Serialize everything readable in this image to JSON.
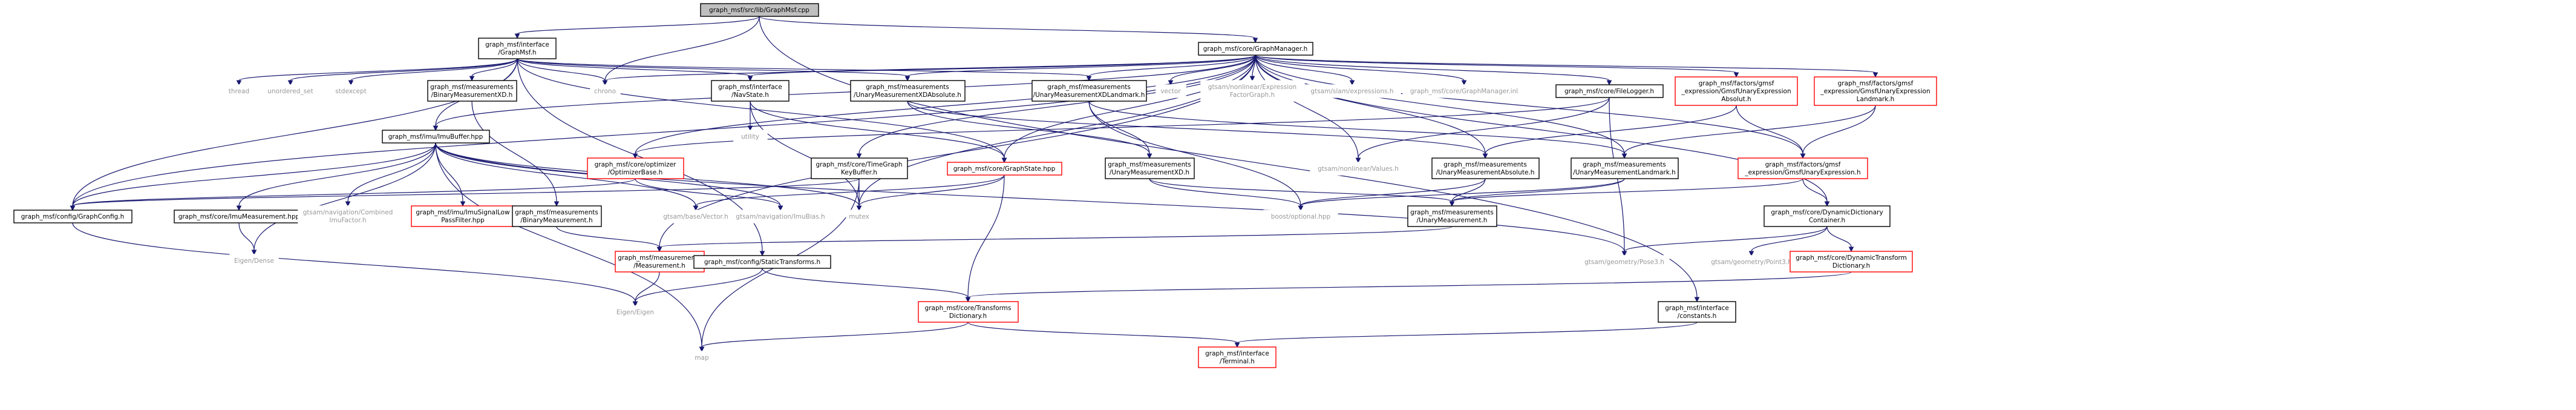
{
  "colors": {
    "edge": "#191970",
    "root_fill": "#bfbfbf",
    "box_stroke": "#000000",
    "truncated_stroke": "#ff0000",
    "system_text": "#999999",
    "truncated_text": "#ff0000",
    "text": "#000000"
  },
  "nodes": [
    {
      "id": "root",
      "lines": [
        "graph_msf/src/lib/GraphMsf.cpp"
      ],
      "kind": "root"
    },
    {
      "id": "graphmsf_h",
      "lines": [
        "graph_msf/interface",
        "/GraphMsf.h"
      ],
      "kind": "normal"
    },
    {
      "id": "graphmanager_h",
      "lines": [
        "graph_msf/core/GraphManager.h"
      ],
      "kind": "normal"
    },
    {
      "id": "thread",
      "lines": [
        "thread"
      ],
      "kind": "system"
    },
    {
      "id": "unordered_set",
      "lines": [
        "unordered_set"
      ],
      "kind": "system"
    },
    {
      "id": "stdexcept",
      "lines": [
        "stdexcept"
      ],
      "kind": "system"
    },
    {
      "id": "binmeasxd_h",
      "lines": [
        "graph_msf/measurements",
        "/BinaryMeasurementXD.h"
      ],
      "kind": "normal"
    },
    {
      "id": "chrono",
      "lines": [
        "chrono"
      ],
      "kind": "system"
    },
    {
      "id": "navstate_h",
      "lines": [
        "graph_msf/interface",
        "/NavState.h"
      ],
      "kind": "normal"
    },
    {
      "id": "unarymeasxdabs_h",
      "lines": [
        "graph_msf/measurements",
        "/UnaryMeasurementXDAbsolute.h"
      ],
      "kind": "normal"
    },
    {
      "id": "unarymeasxdlm_h",
      "lines": [
        "graph_msf/measurements",
        "/UnaryMeasurementXDLandmark.h"
      ],
      "kind": "normal"
    },
    {
      "id": "vector",
      "lines": [
        "vector"
      ],
      "kind": "system"
    },
    {
      "id": "expressionfg_h",
      "lines": [
        "gtsam/nonlinear/Expression",
        "FactorGraph.h"
      ],
      "kind": "system"
    },
    {
      "id": "expressions_h",
      "lines": [
        "gtsam/slam/expressions.h"
      ],
      "kind": "system"
    },
    {
      "id": "graphmanager_inl",
      "lines": [
        "graph_msf/core/GraphManager.inl"
      ],
      "kind": "system"
    },
    {
      "id": "filelogger_h",
      "lines": [
        "graph_msf/core/FileLogger.h"
      ],
      "kind": "normal"
    },
    {
      "id": "gmsfunaryabs_h",
      "lines": [
        "graph_msf/factors/gmsf",
        "_expression/GmsfUnaryExpression",
        "Absolut.h"
      ],
      "kind": "truncated"
    },
    {
      "id": "gmsfunarylm_h",
      "lines": [
        "graph_msf/factors/gmsf",
        "_expression/GmsfUnaryExpression",
        "Landmark.h"
      ],
      "kind": "truncated"
    },
    {
      "id": "imubuffer_hpp",
      "lines": [
        "graph_msf/imu/ImuBuffer.hpp"
      ],
      "kind": "normal"
    },
    {
      "id": "utility",
      "lines": [
        "utility"
      ],
      "kind": "system"
    },
    {
      "id": "optimizerbase_h",
      "lines": [
        "graph_msf/core/optimizer",
        "/OptimizerBase.h"
      ],
      "kind": "truncated"
    },
    {
      "id": "timegraphkeybuffer_h",
      "lines": [
        "graph_msf/core/TimeGraph",
        "KeyBuffer.h"
      ],
      "kind": "normal"
    },
    {
      "id": "graphstate_hpp",
      "lines": [
        "graph_msf/core/GraphState.hpp"
      ],
      "kind": "truncated"
    },
    {
      "id": "unarymeasxd_h",
      "lines": [
        "graph_msf/measurements",
        "/UnaryMeasurementXD.h"
      ],
      "kind": "normal"
    },
    {
      "id": "values_h",
      "lines": [
        "gtsam/nonlinear/Values.h"
      ],
      "kind": "system"
    },
    {
      "id": "unarymeasabs_h",
      "lines": [
        "graph_msf/measurements",
        "/UnaryMeasurementAbsolute.h"
      ],
      "kind": "normal"
    },
    {
      "id": "unarymeaslm_h",
      "lines": [
        "graph_msf/measurements",
        "/UnaryMeasurementLandmark.h"
      ],
      "kind": "normal"
    },
    {
      "id": "gmsfunaryexpr_h",
      "lines": [
        "graph_msf/factors/gmsf",
        "_expression/GmsfUnaryExpression.h"
      ],
      "kind": "truncated"
    },
    {
      "id": "graphconfig_h",
      "lines": [
        "graph_msf/config/GraphConfig.h"
      ],
      "kind": "normal"
    },
    {
      "id": "imumeas_hpp",
      "lines": [
        "graph_msf/core/ImuMeasurement.hpp"
      ],
      "kind": "normal"
    },
    {
      "id": "combinedimufactor_h",
      "lines": [
        "gtsam/navigation/Combined",
        "ImuFactor.h"
      ],
      "kind": "system"
    },
    {
      "id": "imusignallowpass_hpp",
      "lines": [
        "graph_msf/imu/ImuSignalLow",
        "PassFilter.hpp"
      ],
      "kind": "truncated"
    },
    {
      "id": "binmeas_h",
      "lines": [
        "graph_msf/measurements",
        "/BinaryMeasurement.h"
      ],
      "kind": "normal"
    },
    {
      "id": "vector_h",
      "lines": [
        "gtsam/base/Vector.h"
      ],
      "kind": "system"
    },
    {
      "id": "imubias_h",
      "lines": [
        "gtsam/navigation/ImuBias.h"
      ],
      "kind": "system"
    },
    {
      "id": "mutex",
      "lines": [
        "mutex"
      ],
      "kind": "system"
    },
    {
      "id": "optional_hpp",
      "lines": [
        "boost/optional.hpp"
      ],
      "kind": "system"
    },
    {
      "id": "unarymeas_h",
      "lines": [
        "graph_msf/measurements",
        "/UnaryMeasurement.h"
      ],
      "kind": "normal"
    },
    {
      "id": "dyndictcontainer_h",
      "lines": [
        "graph_msf/core/DynamicDictionary",
        "Container.h"
      ],
      "kind": "normal"
    },
    {
      "id": "eigen_dense",
      "lines": [
        "Eigen/Dense"
      ],
      "kind": "system"
    },
    {
      "id": "measurement_h",
      "lines": [
        "graph_msf/measurements",
        "/Measurement.h"
      ],
      "kind": "truncated"
    },
    {
      "id": "statictransforms_h",
      "lines": [
        "graph_msf/config/StaticTransforms.h"
      ],
      "kind": "normal"
    },
    {
      "id": "pose3_h",
      "lines": [
        "gtsam/geometry/Pose3.h"
      ],
      "kind": "system"
    },
    {
      "id": "point3_h",
      "lines": [
        "gtsam/geometry/Point3.h"
      ],
      "kind": "system"
    },
    {
      "id": "dyntransformdict_h",
      "lines": [
        "graph_msf/core/DynamicTransform",
        "Dictionary.h"
      ],
      "kind": "truncated"
    },
    {
      "id": "eigen_eigen",
      "lines": [
        "Eigen/Eigen"
      ],
      "kind": "system"
    },
    {
      "id": "transformsdict_h",
      "lines": [
        "graph_msf/core/Transforms",
        "Dictionary.h"
      ],
      "kind": "truncated"
    },
    {
      "id": "constants_h",
      "lines": [
        "graph_msf/interface",
        "/constants.h"
      ],
      "kind": "normal"
    },
    {
      "id": "map",
      "lines": [
        "map"
      ],
      "kind": "system"
    },
    {
      "id": "terminal_h",
      "lines": [
        "graph_msf/interface",
        "/Terminal.h"
      ],
      "kind": "truncated"
    }
  ],
  "edges": [
    [
      "root",
      "graphmsf_h"
    ],
    [
      "root",
      "graphmanager_h"
    ],
    [
      "root",
      "chrono"
    ],
    [
      "root",
      "constants_h"
    ],
    [
      "graphmsf_h",
      "thread"
    ],
    [
      "graphmsf_h",
      "unordered_set"
    ],
    [
      "graphmsf_h",
      "stdexcept"
    ],
    [
      "graphmsf_h",
      "binmeasxd_h"
    ],
    [
      "graphmsf_h",
      "chrono"
    ],
    [
      "graphmsf_h",
      "navstate_h"
    ],
    [
      "graphmsf_h",
      "unarymeasxdabs_h"
    ],
    [
      "graphmsf_h",
      "unarymeasxdlm_h"
    ],
    [
      "graphmsf_h",
      "imubuffer_hpp"
    ],
    [
      "graphmsf_h",
      "graphconfig_h"
    ],
    [
      "graphmsf_h",
      "statictransforms_h"
    ],
    [
      "graphmsf_h",
      "graphstate_hpp"
    ],
    [
      "graphmanager_h",
      "chrono"
    ],
    [
      "graphmanager_h",
      "navstate_h"
    ],
    [
      "graphmanager_h",
      "unarymeasxdabs_h"
    ],
    [
      "graphmanager_h",
      "unarymeasxdlm_h"
    ],
    [
      "graphmanager_h",
      "vector"
    ],
    [
      "graphmanager_h",
      "expressionfg_h"
    ],
    [
      "graphmanager_h",
      "expressions_h"
    ],
    [
      "graphmanager_h",
      "graphmanager_inl"
    ],
    [
      "graphmanager_h",
      "filelogger_h"
    ],
    [
      "graphmanager_h",
      "gmsfunaryabs_h"
    ],
    [
      "graphmanager_h",
      "gmsfunarylm_h"
    ],
    [
      "graphmanager_h",
      "imubuffer_hpp"
    ],
    [
      "graphmanager_h",
      "optimizerbase_h"
    ],
    [
      "graphmanager_h",
      "timegraphkeybuffer_h"
    ],
    [
      "graphmanager_h",
      "graphstate_hpp"
    ],
    [
      "graphmanager_h",
      "unarymeasabs_h"
    ],
    [
      "graphmanager_h",
      "unarymeaslm_h"
    ],
    [
      "graphmanager_h",
      "gmsfunaryexpr_h"
    ],
    [
      "graphmanager_h",
      "graphconfig_h"
    ],
    [
      "graphmanager_h",
      "mutex"
    ],
    [
      "graphmanager_h",
      "dyndictcontainer_h"
    ],
    [
      "graphmanager_h",
      "values_h"
    ],
    [
      "graphmanager_h",
      "measurement_h"
    ],
    [
      "binmeasxd_h",
      "binmeas_h"
    ],
    [
      "navstate_h",
      "utility"
    ],
    [
      "navstate_h",
      "graphstate_hpp"
    ],
    [
      "navstate_h",
      "mutex"
    ],
    [
      "unarymeasxdabs_h",
      "unarymeasxd_h"
    ],
    [
      "unarymeasxdabs_h",
      "unarymeasabs_h"
    ],
    [
      "unarymeasxdlm_h",
      "unarymeasxd_h"
    ],
    [
      "unarymeasxdlm_h",
      "unarymeaslm_h"
    ],
    [
      "unarymeasxdlm_h",
      "optional_hpp"
    ],
    [
      "filelogger_h",
      "values_h"
    ],
    [
      "filelogger_h",
      "pose3_h"
    ],
    [
      "filelogger_h",
      "optimizerbase_h"
    ],
    [
      "gmsfunaryabs_h",
      "gmsfunaryexpr_h"
    ],
    [
      "gmsfunaryabs_h",
      "unarymeasabs_h"
    ],
    [
      "gmsfunarylm_h",
      "gmsfunaryexpr_h"
    ],
    [
      "gmsfunarylm_h",
      "unarymeaslm_h"
    ],
    [
      "imubuffer_hpp",
      "graphconfig_h"
    ],
    [
      "imubuffer_hpp",
      "imumeas_hpp"
    ],
    [
      "imubuffer_hpp",
      "combinedimufactor_h"
    ],
    [
      "imubuffer_hpp",
      "imusignallowpass_hpp"
    ],
    [
      "imubuffer_hpp",
      "imubias_h"
    ],
    [
      "imubuffer_hpp",
      "vector_h"
    ],
    [
      "imubuffer_hpp",
      "mutex"
    ],
    [
      "imubuffer_hpp",
      "eigen_dense"
    ],
    [
      "imubuffer_hpp",
      "map"
    ],
    [
      "imubuffer_hpp",
      "pose3_h"
    ],
    [
      "optimizerbase_h",
      "graphconfig_h"
    ],
    [
      "optimizerbase_h",
      "imubias_h"
    ],
    [
      "timegraphkeybuffer_h",
      "mutex"
    ],
    [
      "timegraphkeybuffer_h",
      "map"
    ],
    [
      "timegraphkeybuffer_h",
      "graphconfig_h"
    ],
    [
      "graphstate_hpp",
      "vector_h"
    ],
    [
      "graphstate_hpp",
      "mutex"
    ],
    [
      "graphstate_hpp",
      "transformsdict_h"
    ],
    [
      "unarymeasxd_h",
      "unarymeas_h"
    ],
    [
      "unarymeasxd_h",
      "optional_hpp"
    ],
    [
      "unarymeasabs_h",
      "unarymeas_h"
    ],
    [
      "unarymeasabs_h",
      "optional_hpp"
    ],
    [
      "unarymeaslm_h",
      "unarymeas_h"
    ],
    [
      "unarymeaslm_h",
      "optional_hpp"
    ],
    [
      "gmsfunaryexpr_h",
      "unarymeas_h"
    ],
    [
      "gmsfunaryexpr_h",
      "dyndictcontainer_h"
    ],
    [
      "graphconfig_h",
      "eigen_eigen"
    ],
    [
      "imumeas_hpp",
      "eigen_dense"
    ],
    [
      "binmeas_h",
      "measurement_h"
    ],
    [
      "unarymeas_h",
      "measurement_h"
    ],
    [
      "dyndictcontainer_h",
      "pose3_h"
    ],
    [
      "dyndictcontainer_h",
      "point3_h"
    ],
    [
      "dyndictcontainer_h",
      "dyntransformdict_h"
    ],
    [
      "measurement_h",
      "eigen_eigen"
    ],
    [
      "statictransforms_h",
      "eigen_eigen"
    ],
    [
      "statictransforms_h",
      "transformsdict_h"
    ],
    [
      "dyntransformdict_h",
      "transformsdict_h"
    ],
    [
      "transformsdict_h",
      "map"
    ],
    [
      "transformsdict_h",
      "terminal_h"
    ],
    [
      "constants_h",
      "terminal_h"
    ]
  ]
}
